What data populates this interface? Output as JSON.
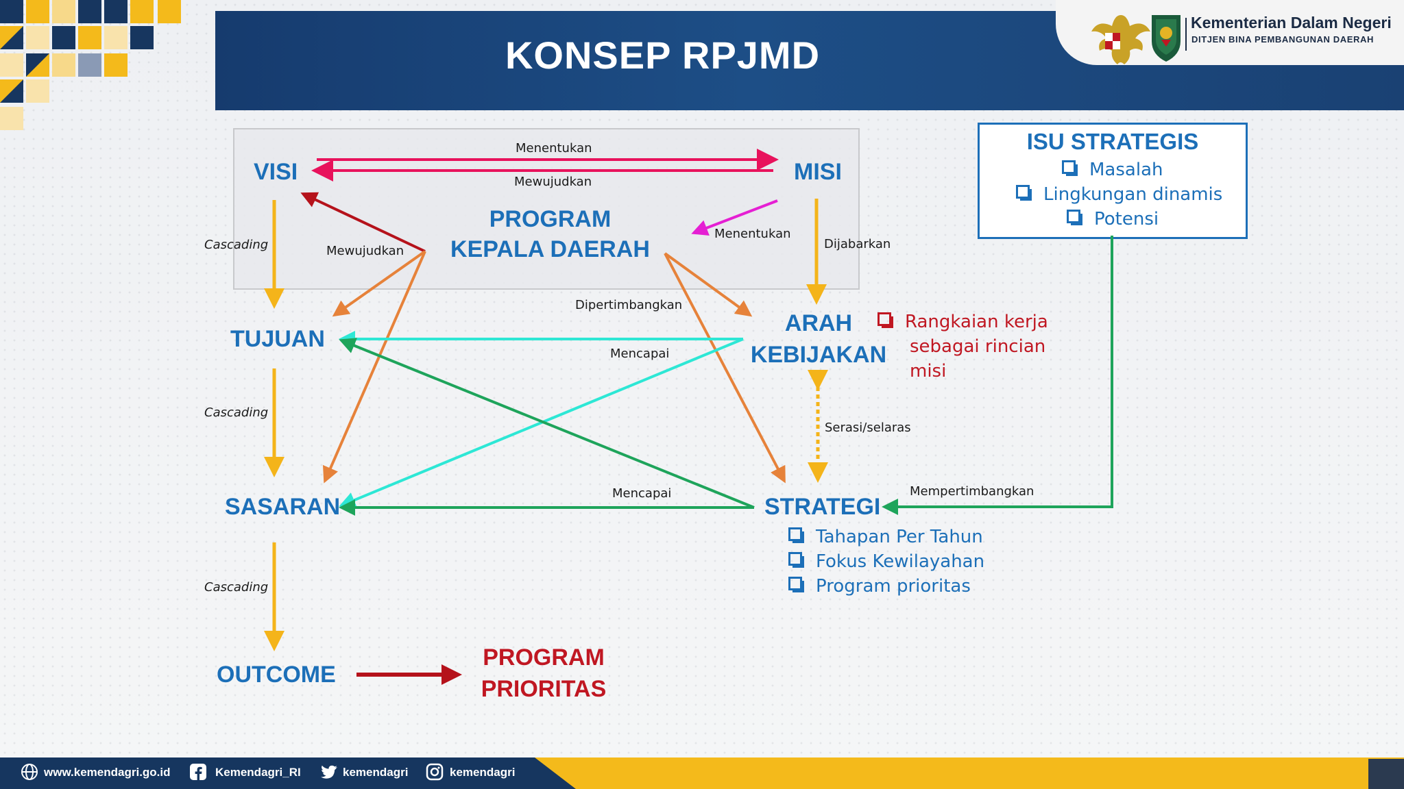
{
  "header": {
    "title": "KONSEP RPJMD",
    "ministry_name": "Kementerian Dalam Negeri",
    "ministry_sub": "DITJEN BINA PEMBANGUNAN DAERAH"
  },
  "nodes": {
    "visi": "VISI",
    "misi": "MISI",
    "program_kd_line1": "PROGRAM",
    "program_kd_line2": "KEPALA DAERAH",
    "tujuan": "TUJUAN",
    "sasaran": "SASARAN",
    "outcome": "OUTCOME",
    "program_prioritas_line1": "PROGRAM",
    "program_prioritas_line2": "PRIORITAS",
    "arah_line1": "ARAH",
    "arah_line2": "KEBIJAKAN",
    "strategi": "STRATEGI"
  },
  "labels": {
    "menentukan_top": "Menentukan",
    "mewujudkan_top": "Mewujudkan",
    "mewujudkan_left": "Mewujudkan",
    "menentukan_right": "Menentukan",
    "dijabarkan": "Dijabarkan",
    "dipertimbangkan": "Dipertimbangkan",
    "mencapai_upper": "Mencapai",
    "mencapai_lower": "Mencapai",
    "serasi": "Serasi/selaras",
    "mempertimbangkan": "Mempertimbangkan",
    "cascading_1": "Cascading",
    "cascading_2": "Cascading",
    "cascading_3": "Cascading"
  },
  "isu_strategis": {
    "title": "ISU STRATEGIS",
    "items": [
      "Masalah",
      "Lingkungan dinamis",
      "Potensi"
    ]
  },
  "arah_note": [
    "Rangkaian kerja",
    "sebagai rincian",
    "misi"
  ],
  "strategi_items": [
    "Tahapan Per Tahun",
    "Fokus Kewilayahan",
    "Program prioritas"
  ],
  "footer": {
    "website": "www.kemendagri.go.id",
    "facebook": "Kemendagri_RI",
    "twitter": "kemendagri",
    "instagram": "kemendagri"
  },
  "colors": {
    "node_blue": "#1c6fb8",
    "node_red": "#c01722",
    "arrow_pink": "#e8125c",
    "arrow_magenta": "#e51fd3",
    "arrow_darkred": "#b5121b",
    "arrow_orange": "#e6823a",
    "arrow_yellow": "#f4b41a",
    "arrow_cyan": "#2de7d5",
    "arrow_green": "#1ea45b",
    "header_navy": "#1b4479",
    "footer_yellow": "#f4ba1b"
  }
}
